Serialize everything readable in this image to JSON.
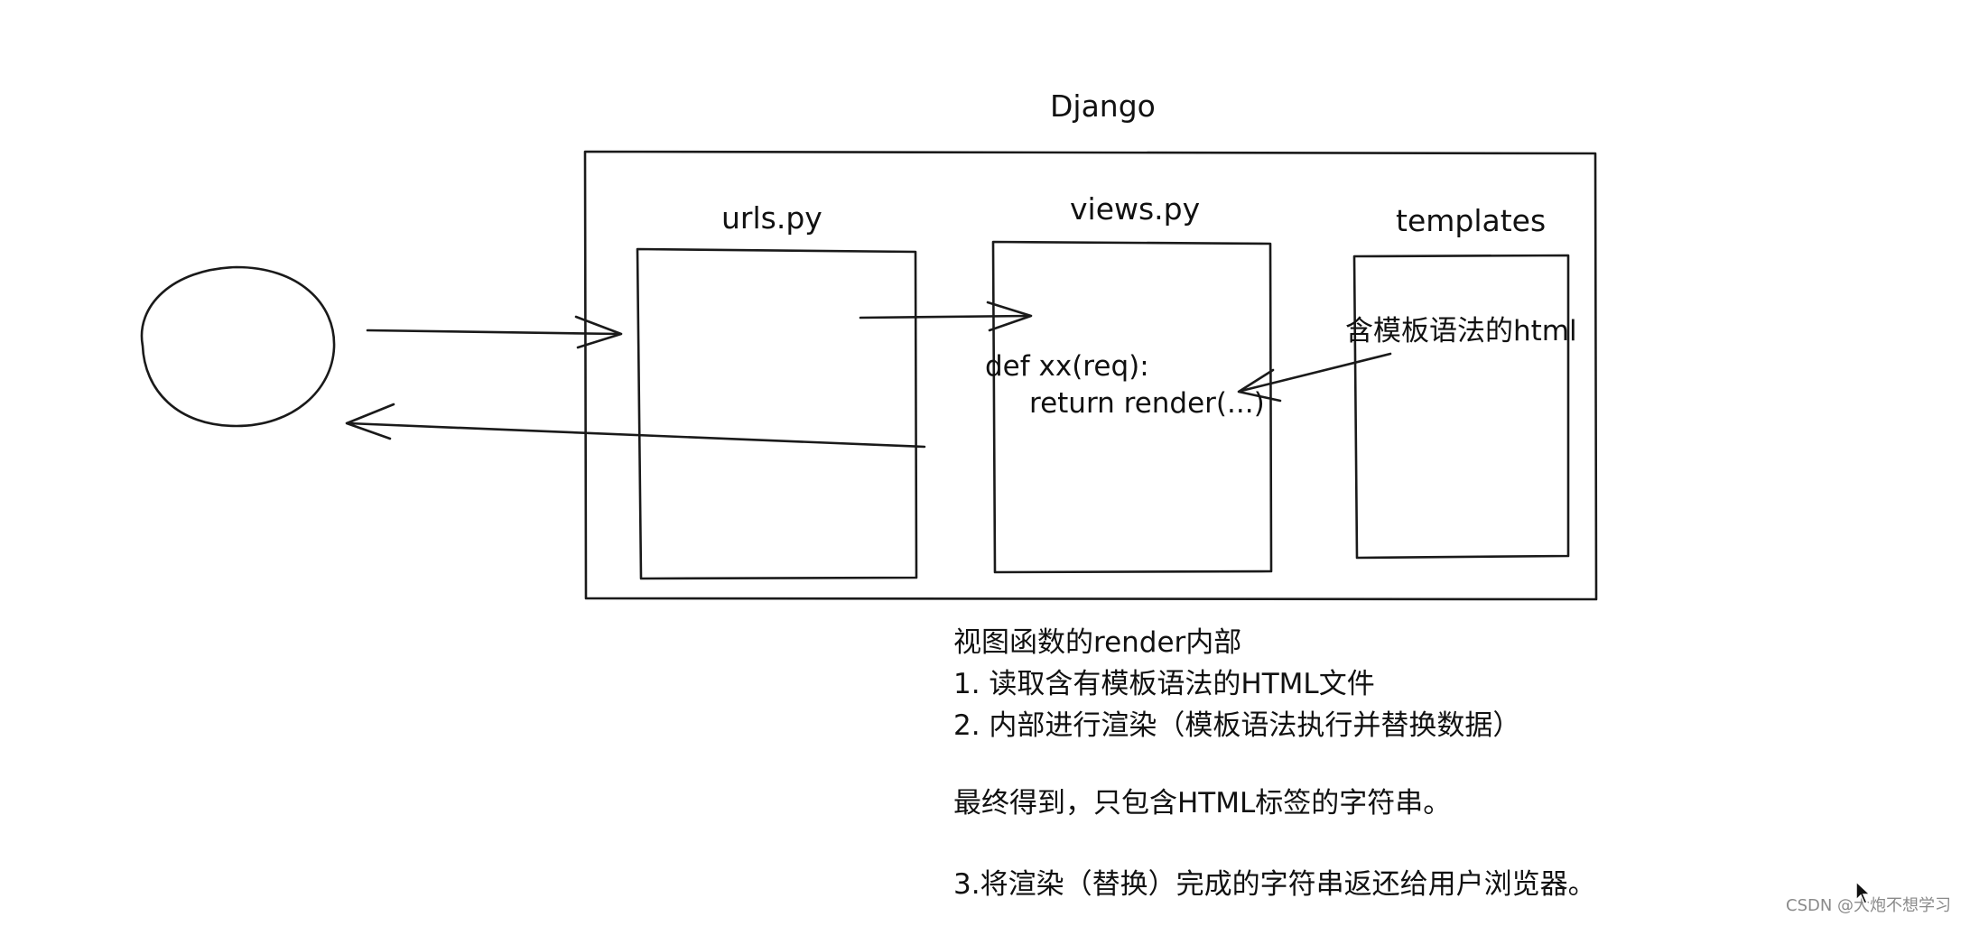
{
  "title": "Django",
  "boxes": {
    "urls": "urls.py",
    "views": "views.py",
    "templates": "templates"
  },
  "views_code": {
    "line1": "def xx(req):",
    "line2": "return render(...)"
  },
  "templates_content": "含模板语法的html",
  "notes": {
    "heading": "视图函数的render内部",
    "step1": "1. 读取含有模板语法的HTML文件",
    "step2": "2. 内部进行渲染（模板语法执行并替换数据）",
    "result": "最终得到，只包含HTML标签的字符串。",
    "step3": "3.将渲染（替换）完成的字符串返还给用户浏览器。"
  },
  "watermark": "CSDN @大炮不想学习",
  "icons": {
    "client": "browser-client-circle",
    "cursor": "mouse-pointer-icon"
  }
}
